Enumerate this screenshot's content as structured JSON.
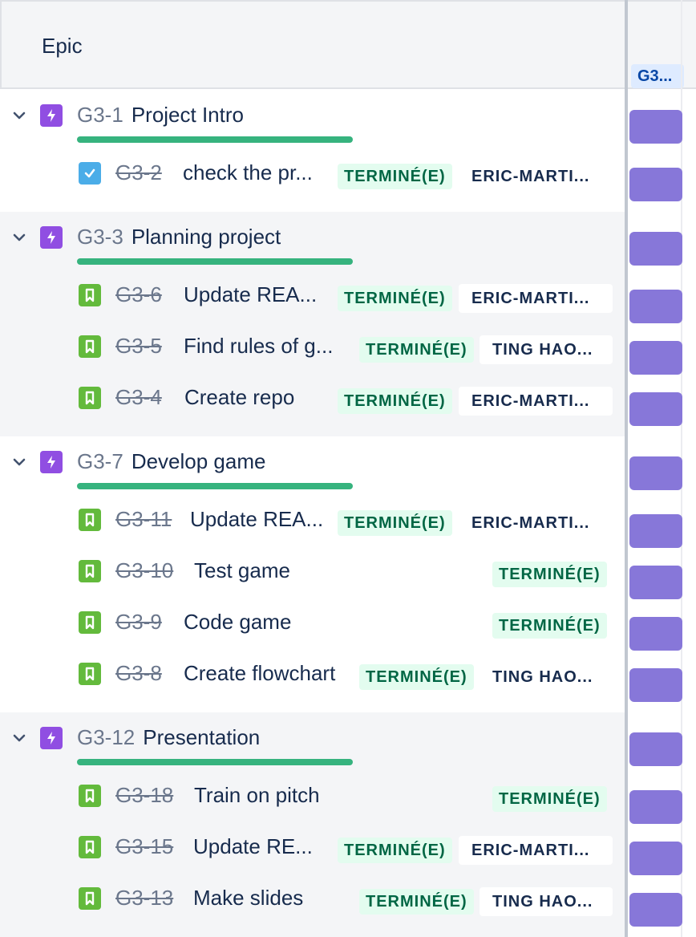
{
  "header": {
    "title": "Epic",
    "sprint_label": "G3..."
  },
  "colors": {
    "epic": "#904ee2",
    "story": "#63ba3c",
    "task": "#4bade8",
    "progress": "#36b37e",
    "timeline_bar": "#8777d9",
    "done_bg": "#e3fcef",
    "done_text": "#006644"
  },
  "epics": [
    {
      "key": "G3-1",
      "summary": "Project Intro",
      "progress": 1.0,
      "children": [
        {
          "type": "task",
          "key": "G3-2",
          "summary": "check the pr...",
          "status": "TERMINÉ(E)",
          "assignee": "ERIC-MARTI..."
        }
      ]
    },
    {
      "key": "G3-3",
      "summary": "Planning project",
      "progress": 1.0,
      "children": [
        {
          "type": "story",
          "key": "G3-6",
          "summary": "Update REA...",
          "status": "TERMINÉ(E)",
          "assignee": "ERIC-MARTI..."
        },
        {
          "type": "story",
          "key": "G3-5",
          "summary": "Find rules of g...",
          "status": "TERMINÉ(E)",
          "assignee": "TING HAO..."
        },
        {
          "type": "story",
          "key": "G3-4",
          "summary": "Create repo",
          "status": "TERMINÉ(E)",
          "assignee": "ERIC-MARTI..."
        }
      ]
    },
    {
      "key": "G3-7",
      "summary": "Develop game",
      "progress": 1.0,
      "children": [
        {
          "type": "story",
          "key": "G3-11",
          "summary": "Update REA...",
          "status": "TERMINÉ(E)",
          "assignee": "ERIC-MARTI..."
        },
        {
          "type": "story",
          "key": "G3-10",
          "summary": "Test game",
          "status": "TERMINÉ(E)",
          "assignee": ""
        },
        {
          "type": "story",
          "key": "G3-9",
          "summary": "Code game",
          "status": "TERMINÉ(E)",
          "assignee": ""
        },
        {
          "type": "story",
          "key": "G3-8",
          "summary": "Create flowchart",
          "status": "TERMINÉ(E)",
          "assignee": "TING HAO..."
        }
      ]
    },
    {
      "key": "G3-12",
      "summary": "Presentation",
      "progress": 1.0,
      "children": [
        {
          "type": "story",
          "key": "G3-18",
          "summary": "Train on pitch",
          "status": "TERMINÉ(E)",
          "assignee": ""
        },
        {
          "type": "story",
          "key": "G3-15",
          "summary": "Update RE...",
          "status": "TERMINÉ(E)",
          "assignee": "ERIC-MARTI..."
        },
        {
          "type": "story",
          "key": "G3-13",
          "summary": "Make slides",
          "status": "TERMINÉ(E)",
          "assignee": "TING HAO..."
        }
      ]
    }
  ]
}
